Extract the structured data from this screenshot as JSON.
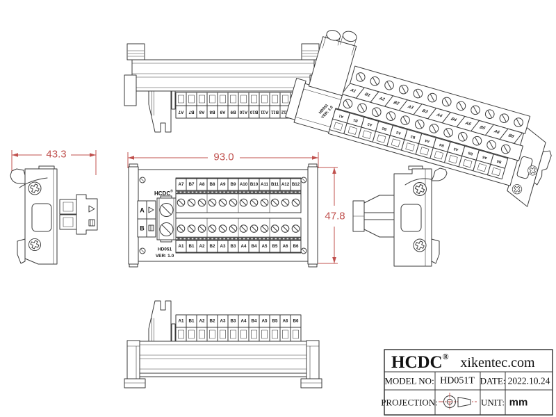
{
  "meta": {
    "background": "#ffffff",
    "line_color": "#3a3a3a",
    "dimension_color": "#c0504d"
  },
  "dimensions": {
    "width_mm": "93.0",
    "height_mm": "47.8",
    "depth_mm": "43.3"
  },
  "module": {
    "brand": "HCDC",
    "brand_mark": "®",
    "model": "HD051",
    "version": "VER: 1.0",
    "port_a": "A",
    "port_b": "B",
    "top_row_labels": [
      "A7",
      "B7",
      "A8",
      "B8",
      "A9",
      "B9",
      "A10",
      "B10",
      "A11",
      "B11",
      "A12",
      "B12"
    ],
    "bottom_row_labels": [
      "A1",
      "B1",
      "A2",
      "B2",
      "A3",
      "B3",
      "A4",
      "B4",
      "A5",
      "B5",
      "A6",
      "B6"
    ]
  },
  "title_block": {
    "brand": "HCDC",
    "brand_mark": "®",
    "website": "xikentec.com",
    "model_label": "MODEL NO:",
    "model_value": "HD051T",
    "date_label": "DATE:",
    "date_value": "2022.10.24",
    "projection_label": "PROJECTION:",
    "unit_label": "UNIT:",
    "unit_value": "mm"
  }
}
